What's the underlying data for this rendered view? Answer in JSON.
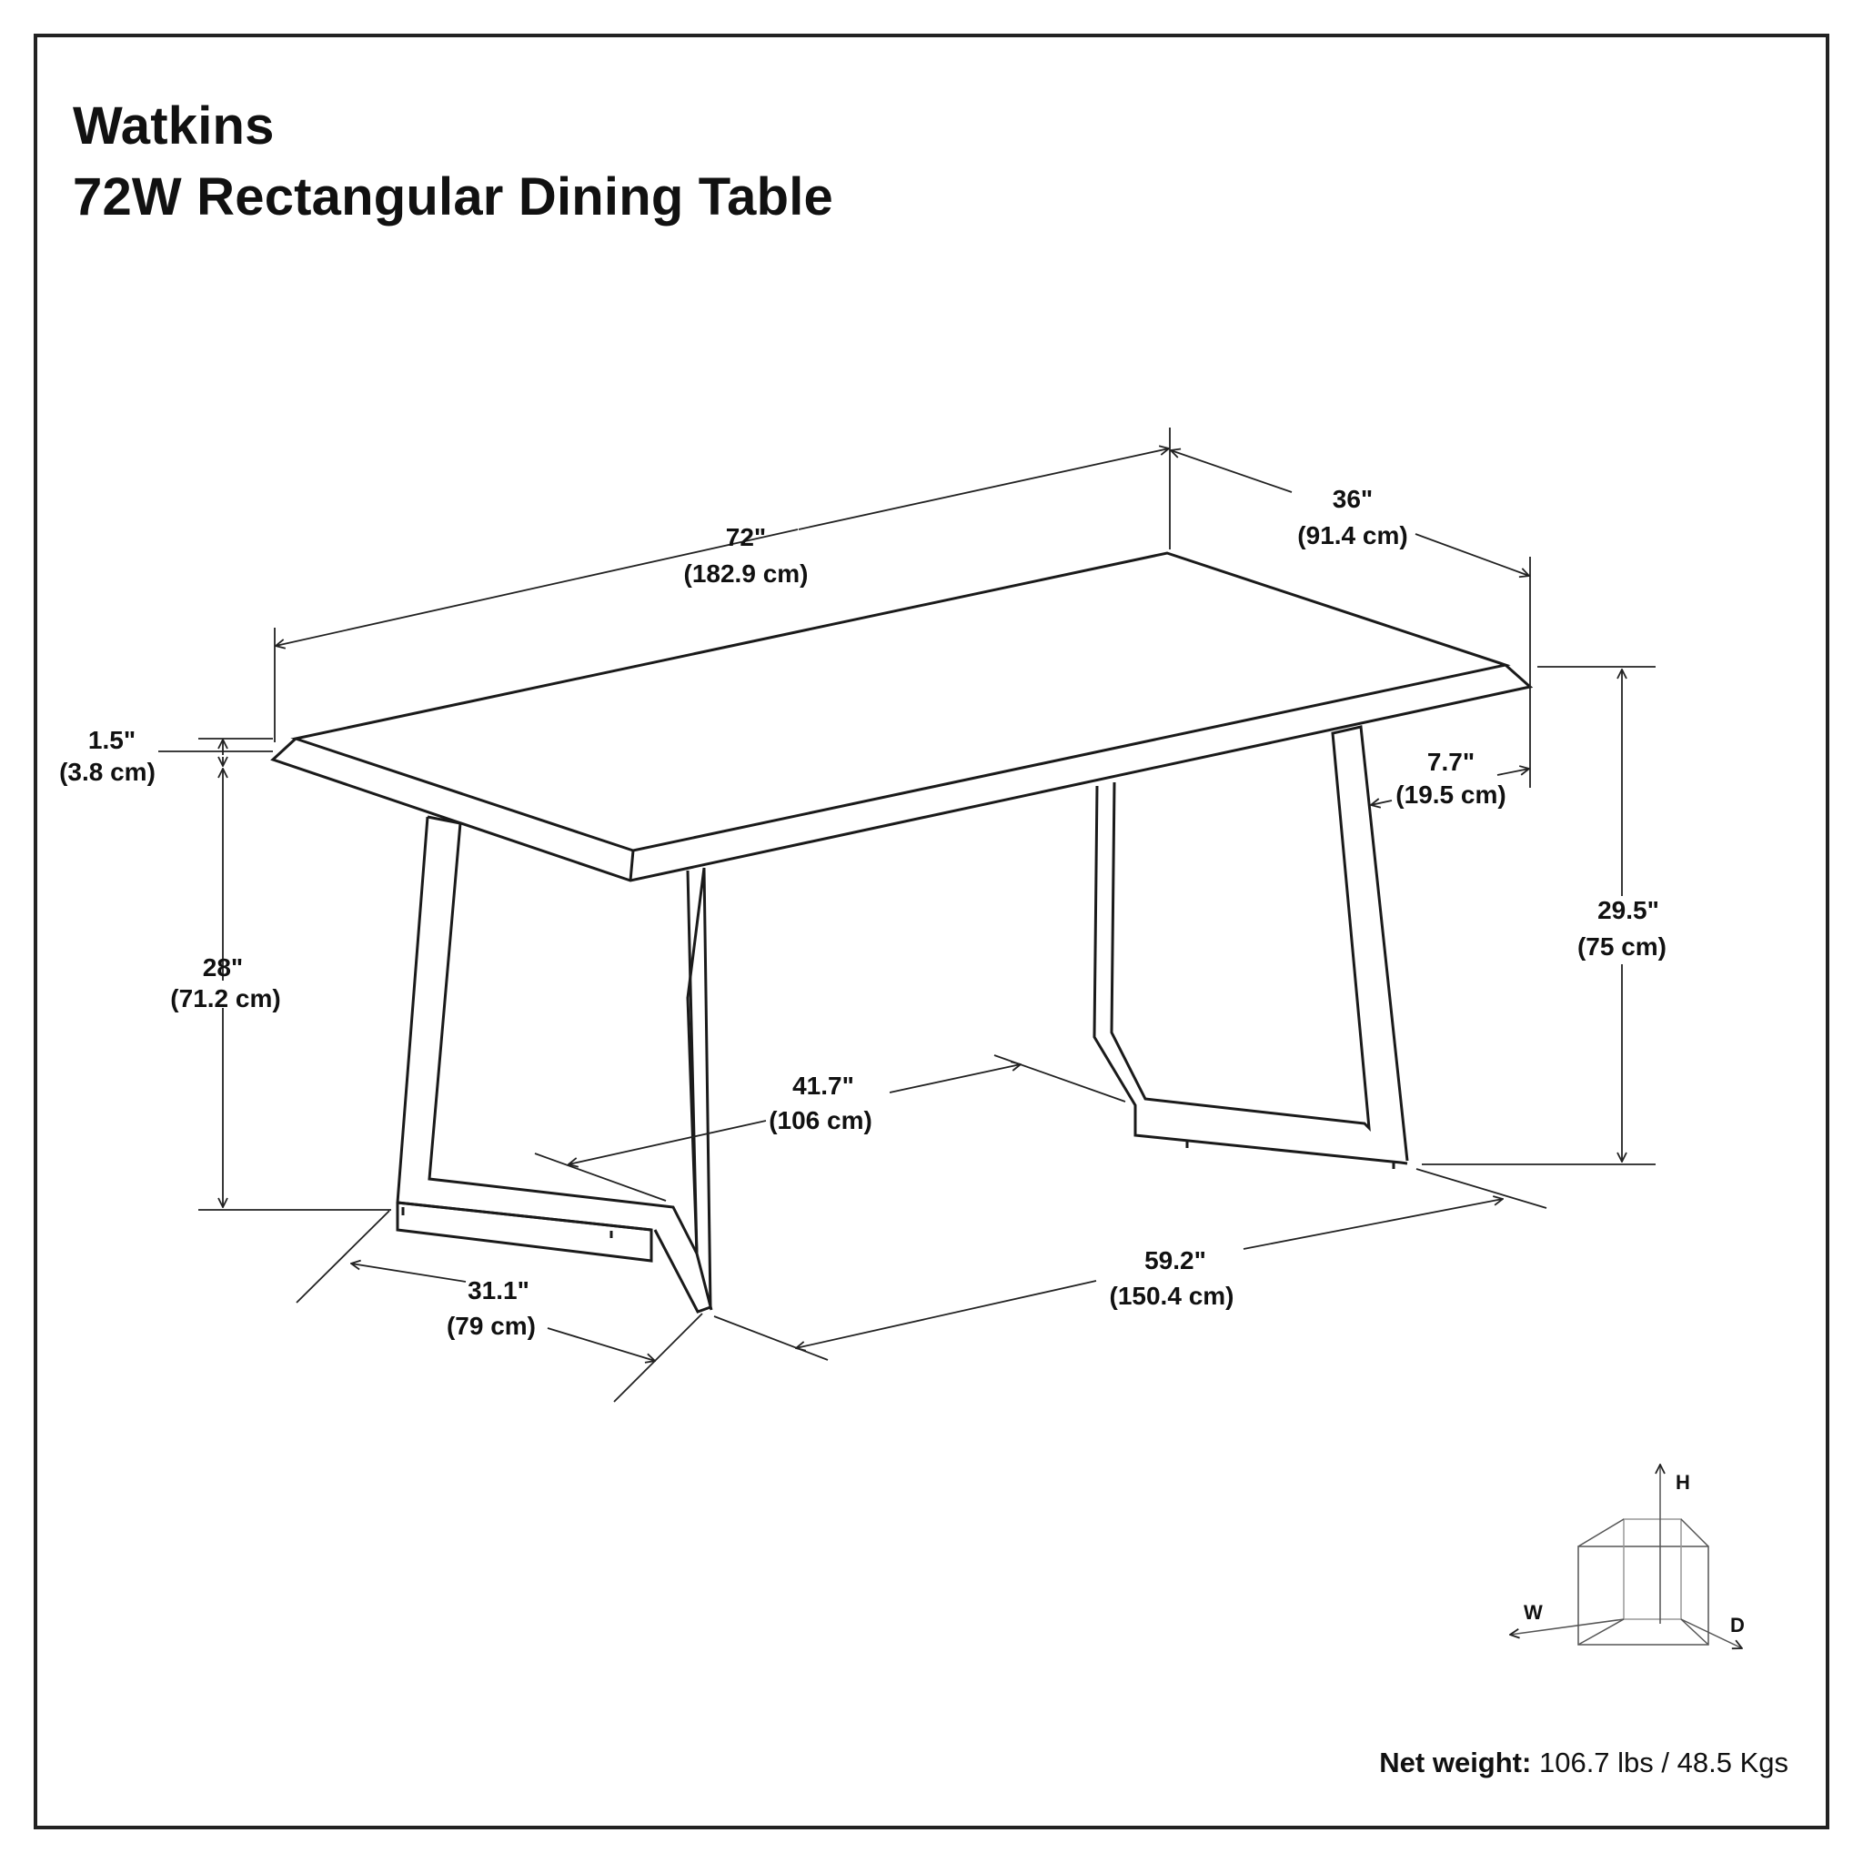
{
  "title": {
    "line1": "Watkins",
    "line2": "72W Rectangular Dining Table"
  },
  "dimensions": {
    "width": {
      "in": "72\"",
      "cm": "(182.9 cm)"
    },
    "depth": {
      "in": "36\"",
      "cm": "(91.4 cm)"
    },
    "top_thickness": {
      "in": "1.5\"",
      "cm": "(3.8 cm)"
    },
    "leg_inset": {
      "in": "7.7\"",
      "cm": "(19.5 cm)"
    },
    "clearance_height": {
      "in": "28\"",
      "cm": "(71.2 cm)"
    },
    "overall_height": {
      "in": "29.5\"",
      "cm": "(75 cm)"
    },
    "between_legs": {
      "in": "41.7\"",
      "cm": "(106 cm)"
    },
    "leg_depth": {
      "in": "31.1\"",
      "cm": "(79 cm)"
    },
    "base_length": {
      "in": "59.2\"",
      "cm": "(150.4 cm)"
    }
  },
  "axis_icon": {
    "h": "H",
    "w": "W",
    "d": "D"
  },
  "net_weight": {
    "label": "Net weight:",
    "value": "106.7 lbs / 48.5 Kgs"
  }
}
